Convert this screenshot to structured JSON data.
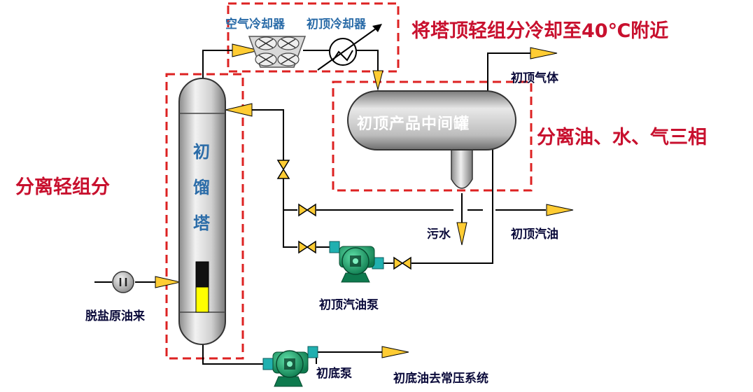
{
  "labels": {
    "air_cooler": "空气冷却器",
    "overhead_cooler": "初顶冷却器",
    "note_cooling": "将塔顶轻组分冷却至40℃附近",
    "overhead_gas": "初顶气体",
    "drum": "初顶产品中间罐",
    "note_three_phase": "分离油、水、气三相",
    "note_light": "分离轻组分",
    "tower_char_1": "初",
    "tower_char_2": "馏",
    "tower_char_3": "塔",
    "waste_water": "污水",
    "overhead_gasoline": "初顶汽油",
    "gasoline_pump": "初顶汽油泵",
    "desalted_crude": "脱盐原油来",
    "bottom_pump": "初底泵",
    "bottom_oil": "初底油去常压系统"
  },
  "colors": {
    "line": "#000000",
    "arrow_fill": "#ffcc33",
    "valve_fill": "#ffcc33",
    "dash_box": "#dd2222",
    "note_red": "#c8102e",
    "label_blue": "#2b6ca8",
    "label_dark": "#0a0a3a",
    "pump_green": "#1f9e6a",
    "pump_teal": "#20b0b0",
    "level_black": "#111111",
    "level_yellow": "#ffff00"
  },
  "icons": [
    "air-cooler-icon",
    "heat-exchanger-icon",
    "gate-valve-icon",
    "centrifugal-pump-icon",
    "flow-meter-icon",
    "flow-arrow-icon"
  ]
}
